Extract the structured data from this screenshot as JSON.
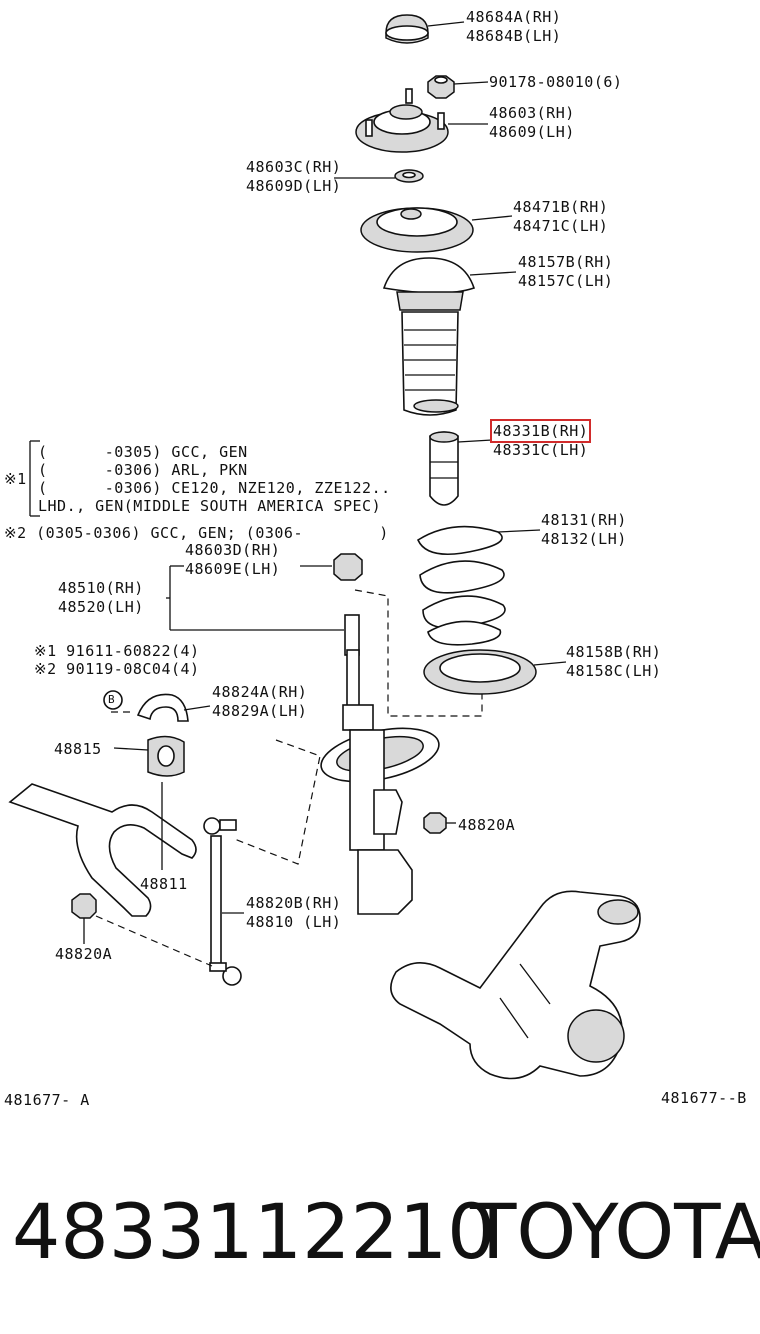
{
  "labels": {
    "mount_cap": [
      "48684A(RH)",
      "48684B(LH)"
    ],
    "nut": "90178-08010(6)",
    "mount": [
      "48603(RH)",
      "48609(LH)"
    ],
    "washer": [
      "48603C(RH)",
      "48609D(LH)"
    ],
    "seat_upper": [
      "48471B(RH)",
      "48471C(LH)"
    ],
    "boot": [
      "48157B(RH)",
      "48157C(LH)"
    ],
    "bumper": [
      "48331B(RH)",
      "48331C(LH)"
    ],
    "spring": [
      "48131(RH)",
      "48132(LH)"
    ],
    "seat_lower": [
      "48158B(RH)",
      "48158C(LH)"
    ],
    "strut": [
      "48510(RH)",
      "48520(LH)"
    ],
    "strut_nut": [
      "48603D(RH)",
      "48609E(LH)"
    ],
    "bracket": [
      "48824A(RH)",
      "48829A(LH)"
    ],
    "bushing": "48815",
    "stabilizer_bar": "48811",
    "link": [
      "48820B(RH)",
      "48810 (LH)"
    ],
    "nut_lower_left": "48820A",
    "nut_right": "48820A",
    "bolt_refs": [
      "※1 91611-60822(4)",
      "※2 90119-08C04(4)"
    ],
    "b_marker": "B",
    "notes_marker": "※1",
    "notes": [
      "(      -0305) GCC, GEN",
      "(      -0306) ARL, PKN",
      "(      -0306) CE120, NZE120, ZZE122..",
      "LHD., GEN(MIDDLE SOUTH AMERICA SPEC)"
    ],
    "note2": "※2 (0305-0306) GCC, GEN; (0306-        )",
    "ref_left": "481677- A",
    "ref_right": "481677--B"
  },
  "footer": {
    "part_number": "4833112210",
    "brand": "TOYOTA"
  },
  "colors": {
    "highlight": "#d12b2b",
    "line": "#111111",
    "fill": "#d9d9d9"
  }
}
